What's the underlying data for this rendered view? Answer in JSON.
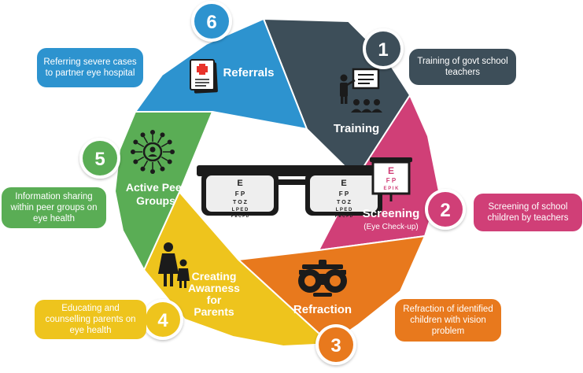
{
  "colors": {
    "training": "#3d4e59",
    "screening": "#d03f77",
    "refraction": "#e8791d",
    "awareness": "#eec41d",
    "peer": "#5aad55",
    "referrals": "#2d93cf"
  },
  "steps": [
    {
      "number": "1",
      "title": "Training",
      "callout": "Training of govt school teachers",
      "icon": "teacher-board-icon"
    },
    {
      "number": "2",
      "title": "Screening",
      "subtitle": "(Eye Check-up)",
      "callout": "Screening of school children by teachers",
      "icon": "eye-chart-icon"
    },
    {
      "number": "3",
      "title": "Refraction",
      "callout": "Refraction of identified children with vision problem",
      "icon": "phoropter-icon"
    },
    {
      "number": "4",
      "title": "Creating Awarness for Parents",
      "callout": "Educating and counselling parents on eye health",
      "icon": "parent-child-icon"
    },
    {
      "number": "5",
      "title": "Active Peer Groups",
      "callout": "Information sharing within peer groups on eye health",
      "icon": "peer-network-icon"
    },
    {
      "number": "6",
      "title": "Referrals",
      "callout": "Referring severe cases to partner eye hospital",
      "icon": "medical-report-icon"
    }
  ],
  "center": {
    "icon": "eyeglasses-icon",
    "chart_rows": [
      "E",
      "F P",
      "T O Z",
      "L P E D",
      "P E C F D"
    ]
  },
  "screening_chart": [
    "E",
    "F P",
    "E P I K"
  ]
}
